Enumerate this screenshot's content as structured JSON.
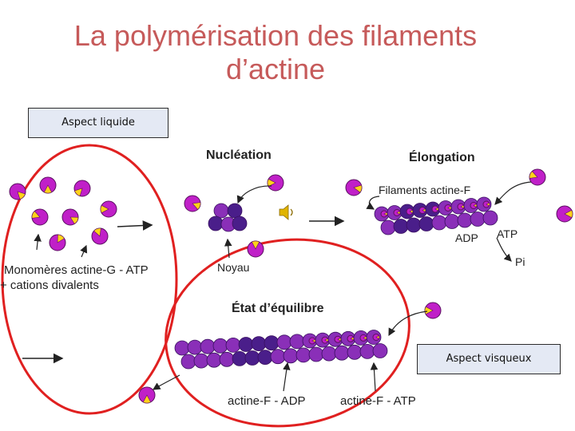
{
  "slide": {
    "title_line1": "La polymérisation des filaments",
    "title_line2": "d’actine"
  },
  "callouts": {
    "liquid": "Aspect liquide",
    "viscous": "Aspect visqueux"
  },
  "headings": {
    "nucleation": "Nucléation",
    "elongation": "Élongation",
    "equilibrium": "État d’équilibre"
  },
  "labels": {
    "monomers_line1": "Monomères actine-G - ATP",
    "monomers_line2": "+ cations divalents",
    "nucleus": "Noyau",
    "filaments": "Filaments actine-F",
    "atp": "ATP",
    "adp": "ADP",
    "pi": "Pi",
    "actin_adp": "actine-F - ADP",
    "actin_atp": "actine-F - ATP"
  },
  "colors": {
    "title": "#c65a5a",
    "circle_outline": "#e02020",
    "monomer_fill": "#c020c8",
    "monomer_wedge": "#ffd21a",
    "filament_dark": "#4a1e8a",
    "filament_mid": "#8a2fb8",
    "callout_fill": "#e4e9f4"
  },
  "icons": [
    "speaker-icon"
  ]
}
